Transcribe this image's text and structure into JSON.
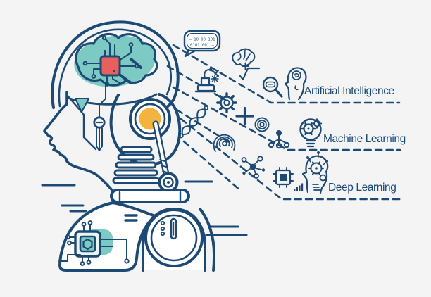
{
  "background": "#f4f4f5",
  "colors": {
    "line": "#1d4a74",
    "teal": "#7ccac3",
    "red": "#e8605d",
    "yellow": "#f4b23e",
    "label_text": "#1a4a78",
    "fill_white": "#ffffff"
  },
  "bubble": {
    "line1": "– 10 00 101",
    "line2": "0101 001 –"
  },
  "rows": [
    {
      "id": "artificial-intelligence",
      "label": "Artificial Intelligence",
      "icons": [
        "magnifier-data-icon",
        "head-brain-icon"
      ]
    },
    {
      "id": "machine-learning",
      "label": "Machine Learning",
      "icons": [
        "node-tree-icon",
        "bulb-gear-icon"
      ]
    },
    {
      "id": "deep-learning",
      "label": "Deep Learning",
      "icons": [
        "chip-icon",
        "bar-chart-icon",
        "head-gears-icon"
      ]
    }
  ],
  "floating_icons": [
    "speech-bubble-binary-icon",
    "robot-arm-icon",
    "brain-icon",
    "plus-small-icon",
    "square-root-icon",
    "gear-icon",
    "sparkle-icon",
    "plus-large-icon",
    "concentric-circles-icon",
    "dna-icon",
    "fingerprint-icon",
    "molecule-icon"
  ],
  "robot_parts": [
    "skull",
    "brain-circuit",
    "cpu-chip",
    "face-profile",
    "ear-port",
    "piston-arm",
    "neck-rings",
    "collar",
    "shoulder-chip",
    "chest-port"
  ]
}
